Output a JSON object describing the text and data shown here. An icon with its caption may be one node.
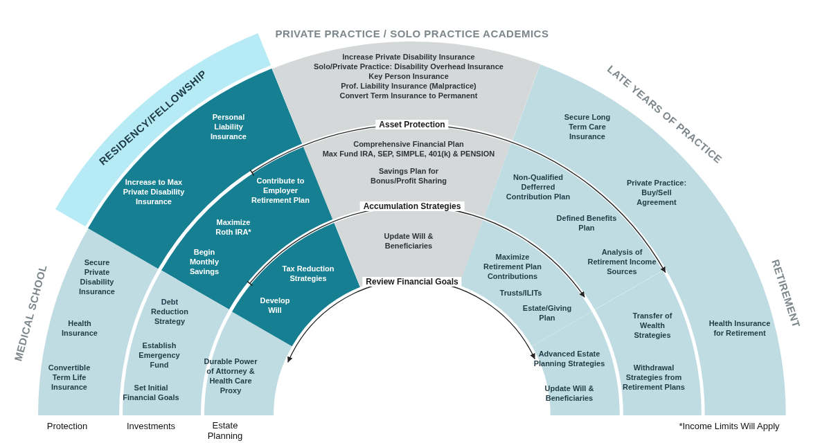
{
  "diagram": {
    "nodes": [
      {
        "text": [
          "RESIDENCY/FELLOWSHIP"
        ]
      },
      {
        "text": [
          "Secure Private Disability Insurance",
          "Health Insurance",
          "Convertible Term Life Insurance"
        ]
      },
      {
        "text": [
          "Debt Reduction Strategy",
          "Establish Emergency Fund",
          "Set Initial Financial Goals"
        ]
      },
      {
        "text": [
          "Durable Power of Attorney & Health Care Proxy"
        ]
      },
      {
        "text": [
          "Personal Liability Insurance",
          "Increase to Max Private Disability Insurance"
        ]
      },
      {
        "text": [
          "Contribute to Employer Retirement Plan",
          "Maximize Roth IRA*",
          "Begin Monthly Savings"
        ]
      },
      {
        "text": [
          "Tax Reduction Strategies",
          "Develop Will"
        ]
      },
      {
        "text": [
          "Increase Private Disability Insurance",
          "Solo/Private Practice: Disability Overhead Insurance",
          "Key Person Insurance",
          "Prof. Liability Insurance (Malpractice)",
          "Convert Term Insurance to Permanent"
        ]
      },
      {
        "text": [
          "Comprehensive Financial Plan",
          "Max Fund IRA, SEP, SIMPLE, 401(k) & PENSION",
          "Savings Plan for Bonus/Profit Sharing"
        ]
      },
      {
        "text": [
          "Update Will & Beneficiaries"
        ]
      },
      {
        "text": [
          "Secure Long Term Care Insurance",
          "Private Practice: Buy/Sell Agreement"
        ]
      },
      {
        "text": [
          "Non-Qualified Defferred Contribution Plan",
          "Defined Benefits Plan",
          "Analysis of Retirement Income Sources"
        ]
      },
      {
        "text": [
          "Maximize Retirement Plan Contributions",
          "Trusts/ILITs",
          "Estate/Giving Plan"
        ]
      },
      {
        "text": [
          "Health Insurance for Retirement"
        ]
      },
      {
        "text": [
          "Transfer of Wealth Strategies",
          "Withdrawal Strategies from Retirement Plans"
        ]
      },
      {
        "text": [
          "Advanced Estate Planning Strategies",
          "Update Will & Beneficiaries"
        ]
      }
    ],
    "edges": [
      {
        "from": 4,
        "to": 13,
        "arrow": "to",
        "label": "Asset Protection"
      },
      {
        "from": 5,
        "to": 12,
        "arrow": "to",
        "label": "Accumulation Strategies"
      },
      {
        "from": 3,
        "to": 15,
        "arrow": "both",
        "label": "Review Financial Goals"
      }
    ],
    "labels": [
      "MEDICAL SCHOOL",
      "PRIVATE PRACTICE / SOLO PRACTICE ACADEMICS",
      "LATE YEARS OF PRACTICE",
      "RETIREMENT",
      "Protection",
      "Investments",
      "Estate Planning",
      "*Income Limits Will Apply"
    ]
  }
}
